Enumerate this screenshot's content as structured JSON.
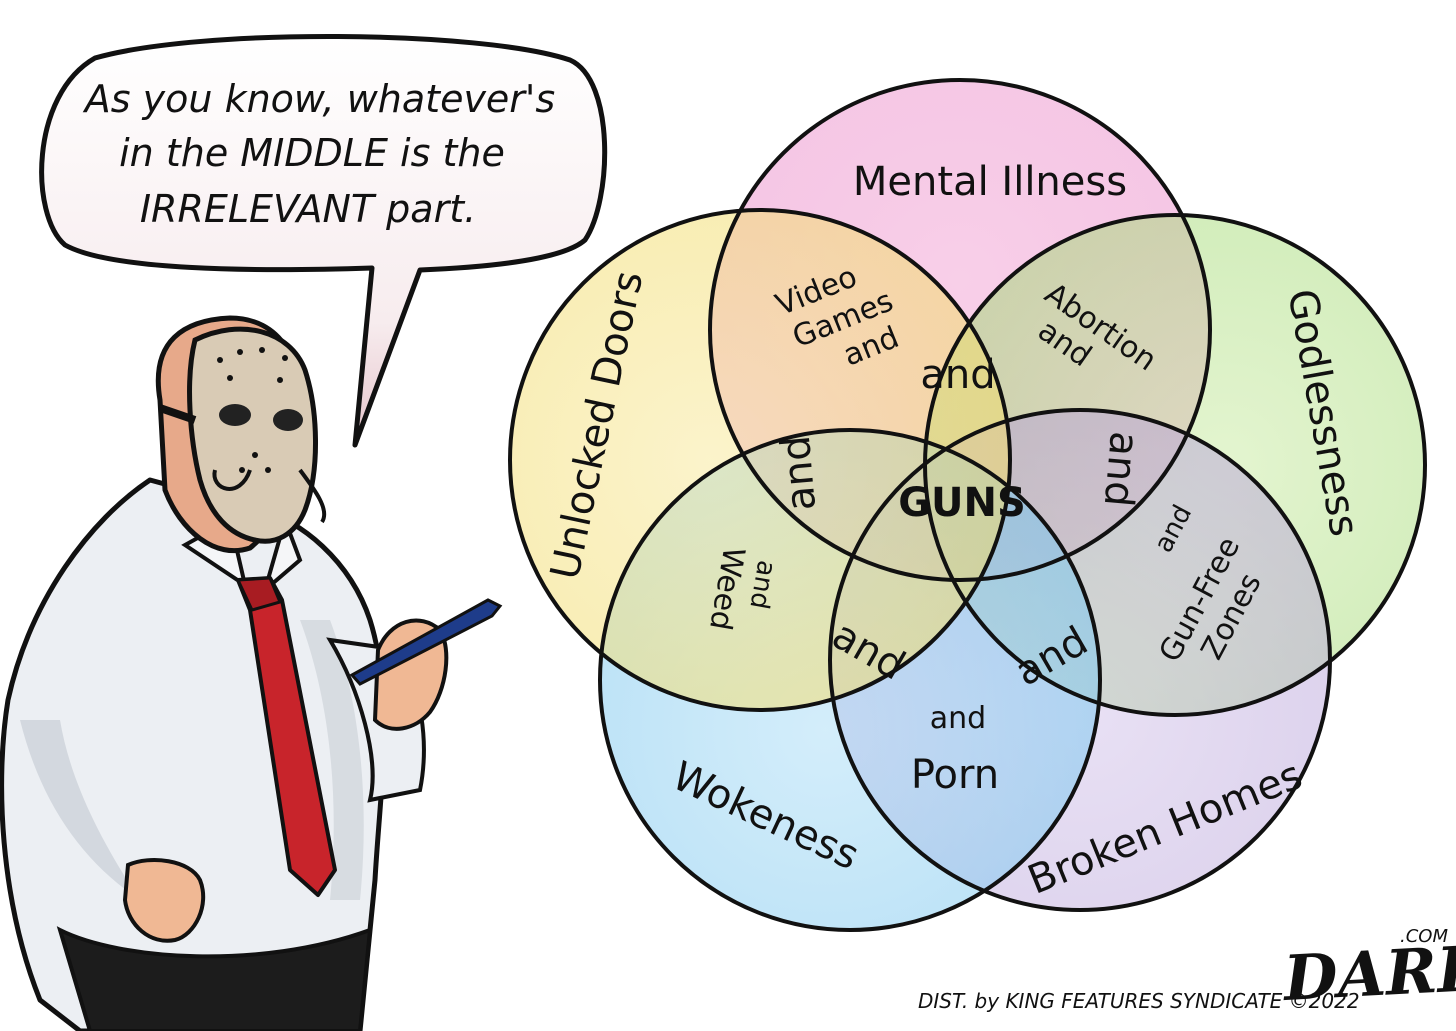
{
  "speech_bubble": {
    "lines": [
      "As you know, whatever's",
      "in the MIDDLE is the",
      "IRRELEVANT part."
    ]
  },
  "venn": {
    "sets": [
      "Mental Illness",
      "Godlessness",
      "Broken Homes",
      "Wokeness",
      "Unlocked Doors"
    ],
    "regions": {
      "video_games": [
        "Video",
        "Games",
        "and"
      ],
      "abortion": [
        "Abortion",
        "and"
      ],
      "gun_free_zones": [
        "and",
        "Gun-Free",
        "Zones"
      ],
      "porn": [
        "and",
        "Porn"
      ],
      "weed": [
        "and",
        "Weed"
      ],
      "and_top": "and",
      "and_right": "and",
      "and_lower_right": "and",
      "and_lower_left": "and",
      "and_left": "and",
      "center": "GUNS"
    }
  },
  "credit": {
    "dist": "DIST. by KING FEATURES SYNDICATE ©2022",
    "signature": "DARRINBELL",
    "dotcom": ".COM"
  },
  "colors": {
    "mental_illness": "#e77ec3",
    "godlessness": "#9fd870",
    "broken_homes": "#b7a2d8",
    "wokeness": "#7cc6ee",
    "unlocked_doors": "#f2dc6e",
    "tie": "#c8242b",
    "ink": "#111111"
  }
}
